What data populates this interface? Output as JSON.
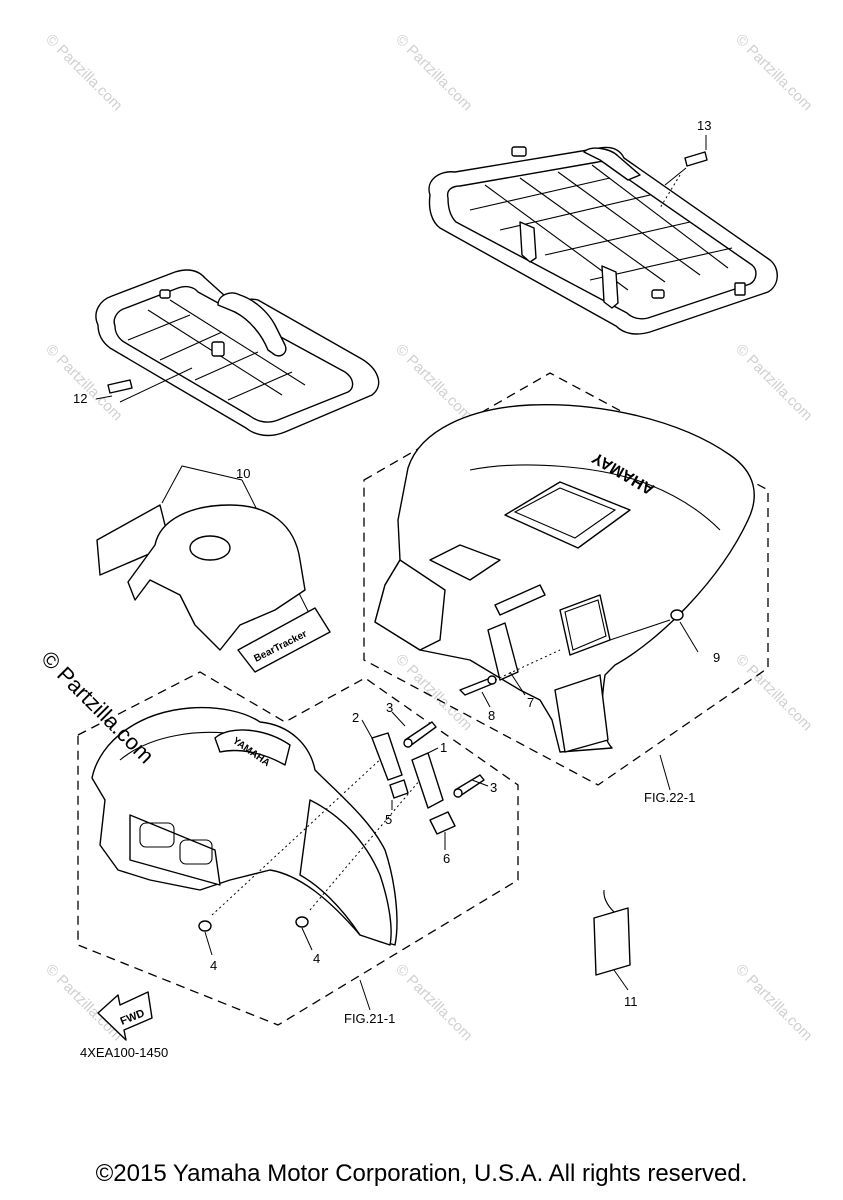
{
  "watermark": {
    "text": "© Partzilla.com",
    "prominent_text": "© Partzilla.com"
  },
  "callouts": [
    "1",
    "2",
    "3",
    "3",
    "4",
    "4",
    "5",
    "6",
    "7",
    "8",
    "9",
    "10",
    "11",
    "12",
    "13"
  ],
  "figure_refs": {
    "fender_front": "FIG.21-1",
    "fender_rear": "FIG.22-1"
  },
  "labels": {
    "fwd": "FWD",
    "yamaha_emblem": "YAMAHA",
    "bear_tracker_decal": "BearTracker"
  },
  "diagram_code": "4XEA100-1450",
  "copyright": "©2015 Yamaha Motor Corporation, U.S.A. All rights reserved.",
  "colors": {
    "line": "#000000",
    "watermark": "#d0d0d0",
    "background": "#ffffff"
  }
}
